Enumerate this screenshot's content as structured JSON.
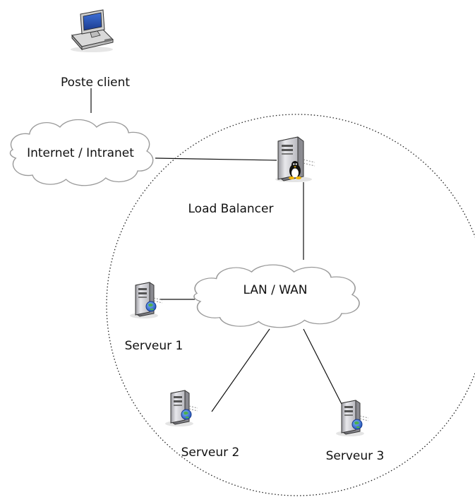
{
  "labels": {
    "client": "Poste client",
    "internet": "Internet / Intranet",
    "load_balancer": "Load Balancer",
    "lan": "LAN / WAN",
    "server1": "Serveur 1",
    "server2": "Serveur 2",
    "server3": "Serveur 3"
  },
  "icons": {
    "client": "desktop-computer-icon",
    "load_balancer": "linux-server-icon",
    "servers": "web-server-icon"
  }
}
